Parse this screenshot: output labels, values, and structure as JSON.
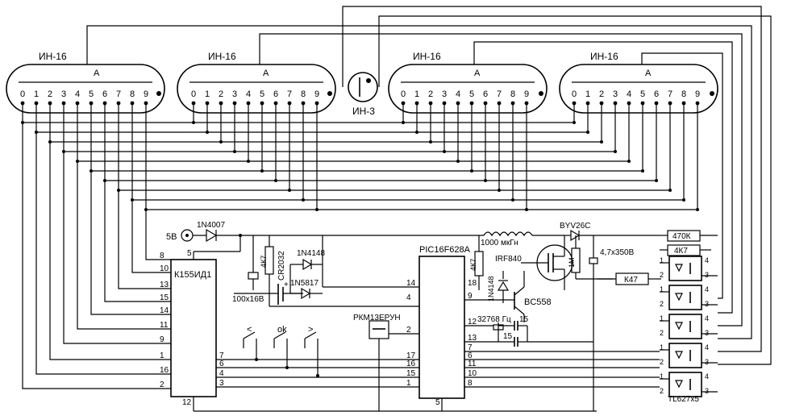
{
  "tubes": {
    "type": "ИН-16",
    "anode": "А",
    "digits": [
      "0",
      "1",
      "2",
      "3",
      "4",
      "5",
      "6",
      "7",
      "8",
      "9"
    ]
  },
  "neon": "ИН-3",
  "decoder": {
    "name": "К155ИД1",
    "pins_left": [
      "8",
      "10",
      "13",
      "15",
      "14",
      "11",
      "9",
      "1",
      "16",
      "2"
    ],
    "pins_right": [
      "7",
      "6",
      "4",
      "3"
    ],
    "pin_top": "5",
    "pin_bottom": "12"
  },
  "mcu": {
    "name": "PIC16F628A",
    "pins_left": [
      "14",
      "4",
      "2",
      "17",
      "16",
      "15",
      "1"
    ],
    "pins_right": [
      "18",
      "9",
      "12",
      "13",
      "7",
      "6",
      "11",
      "10",
      "8"
    ],
    "pin_bottom": "5"
  },
  "power": {
    "label": "5В"
  },
  "parts": {
    "d_in": "1N4007",
    "d_1n4148_a": "1N4148",
    "d_1n5817": "1N5817",
    "d_1n4148_b": "1N4148",
    "d_byv": "BYV26C",
    "battery": "CR2032",
    "r_4k7_a": "4К7",
    "r_4k7_b": "4К7",
    "r_4k7_c": "4К7",
    "c_100": "100x16В",
    "inductor": "1000 мкГн",
    "mosfet": "IRF840",
    "transistor": "BC558",
    "r_1m": "1М",
    "c_hv": "4,7x350В",
    "r_k47": "К47",
    "r_470k": "470К",
    "crystal": "32768 Гц",
    "c_15a": "15",
    "c_15b": "15",
    "buzzer": "РКМ13ЕРУН",
    "optos": "TL627x5",
    "plus": "+"
  },
  "buttons": [
    "<",
    "ok",
    ">"
  ]
}
